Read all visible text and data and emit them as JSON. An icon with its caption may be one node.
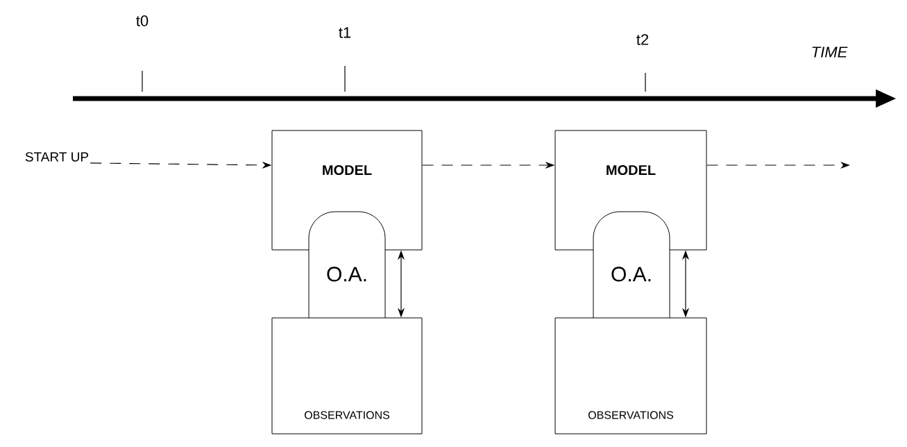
{
  "diagram": {
    "nodes": [
      {
        "text": [
          "START UP"
        ]
      },
      {
        "text": [
          "MODEL"
        ]
      },
      {
        "text": [
          "O.A."
        ]
      },
      {
        "text": [
          "OBSERVATIONS"
        ]
      },
      {
        "text": [
          "MODEL"
        ]
      },
      {
        "text": [
          "O.A."
        ]
      },
      {
        "text": [
          "OBSERVATIONS"
        ]
      }
    ],
    "edges": [
      {
        "from": 0,
        "to": 1,
        "arrow": "to",
        "style": "dashed"
      },
      {
        "from": 1,
        "to": 4,
        "arrow": "to",
        "style": "dashed"
      },
      {
        "from": 4,
        "to": null,
        "arrow": "to",
        "style": "dashed"
      },
      {
        "from": 1,
        "to": 3,
        "arrow": "both"
      },
      {
        "from": 4,
        "to": 6,
        "arrow": "both"
      }
    ],
    "labels": [
      "t0",
      "t1",
      "t2",
      "TIME"
    ]
  }
}
